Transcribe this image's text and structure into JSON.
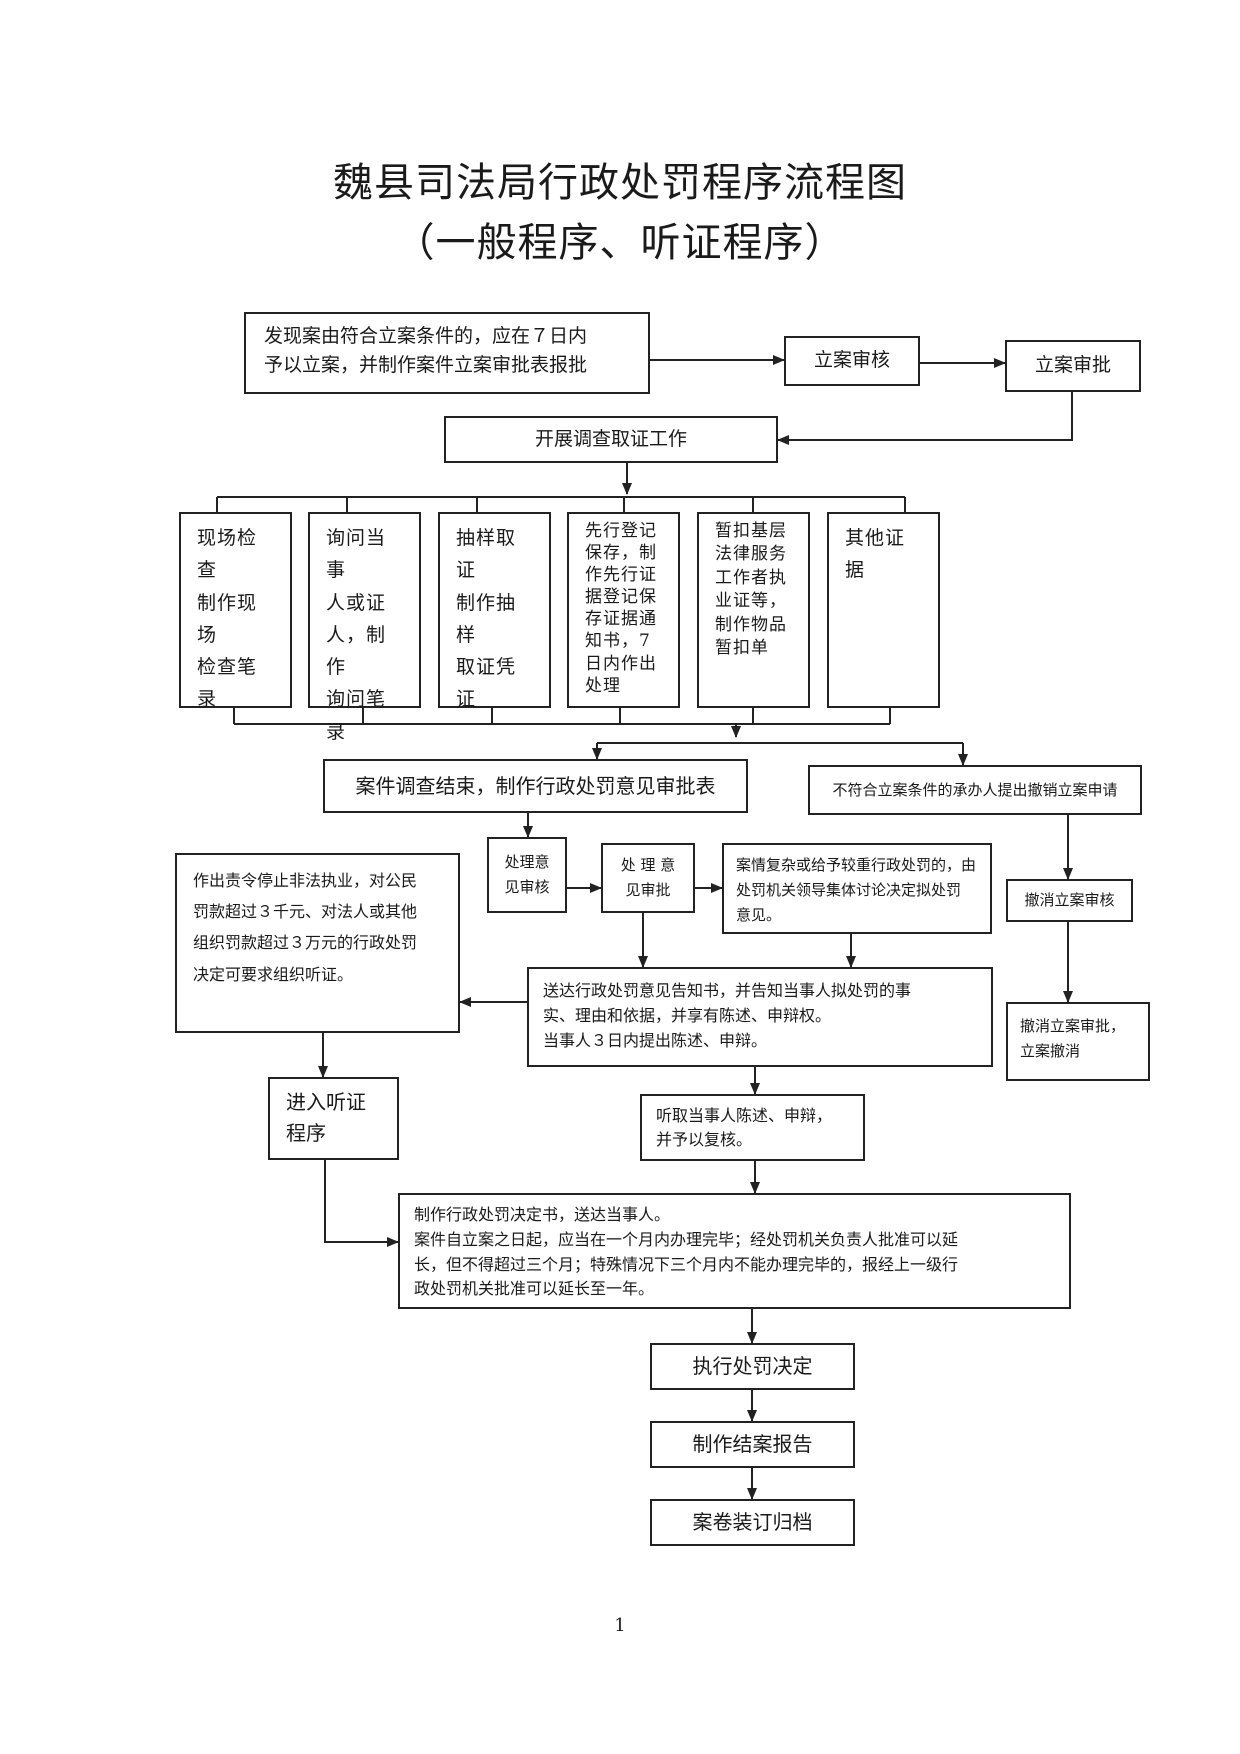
{
  "title": {
    "line1": "魏县司法局行政处罚程序流程图",
    "line2": "（一般程序、听证程序）"
  },
  "nodes": {
    "discover": "发现案由符合立案条件的，应在７日内\n予以立案，并制作案件立案审批表报批",
    "review": "立案审核",
    "approve": "立案审批",
    "investigate": "开展调查取证工作",
    "evidence": [
      "现场检查\n制作现场\n检查笔录",
      "询问当事\n人或证\n人，制作\n询问笔录",
      "抽样取证\n制作抽样\n取证凭证",
      "先行登记\n保存，制\n作先行证\n据登记保\n存证据通\n知书，7\n日内作出\n处理",
      "暂扣基层\n法律服务\n工作者执\n业证等，\n制作物品\n暂扣单",
      "其他证据"
    ],
    "end_investigation": "案件调查结束，制作行政处罚意见审批表",
    "revoke_request": "不符合立案条件的承办人提出撤销立案申请",
    "opinion_review": "处理意\n见审核",
    "opinion_approve": "处 理 意\n见审批",
    "complex_case": "案情复杂或给予较重行政处罚的，由\n处罚机关领导集体讨论决定拟处罚\n意见。",
    "hearing_condition": "作出责令停止非法执业，对公民\n罚款超过３千元、对法人或其他\n组织罚款超过３万元的行政处罚\n决定可要求组织听证。",
    "notify": "送达行政处罚意见告知书，并告知当事人拟处罚的事\n实、理由和依据，并享有陈述、申辩权。\n当事人３日内提出陈述、申辩。",
    "revoke_review": "撤消立案审核",
    "revoke_approve": "撤消立案审批，\n立案撤消",
    "hearing": "进入听证\n程序",
    "listen": "听取当事人陈述、申辩，\n并予以复核。",
    "decision": "制作行政处罚决定书，送达当事人。\n案件自立案之日起，应当在一个月内办理完毕；经处罚机关负责人批准可以延\n长，但不得超过三个月；特殊情况下三个月内不能办理完毕的，报经上一级行\n政处罚机关批准可以延长至一年。",
    "execute": "执行处罚决定",
    "report": "制作结案报告",
    "archive": "案卷装订归档"
  },
  "page_number": "1"
}
